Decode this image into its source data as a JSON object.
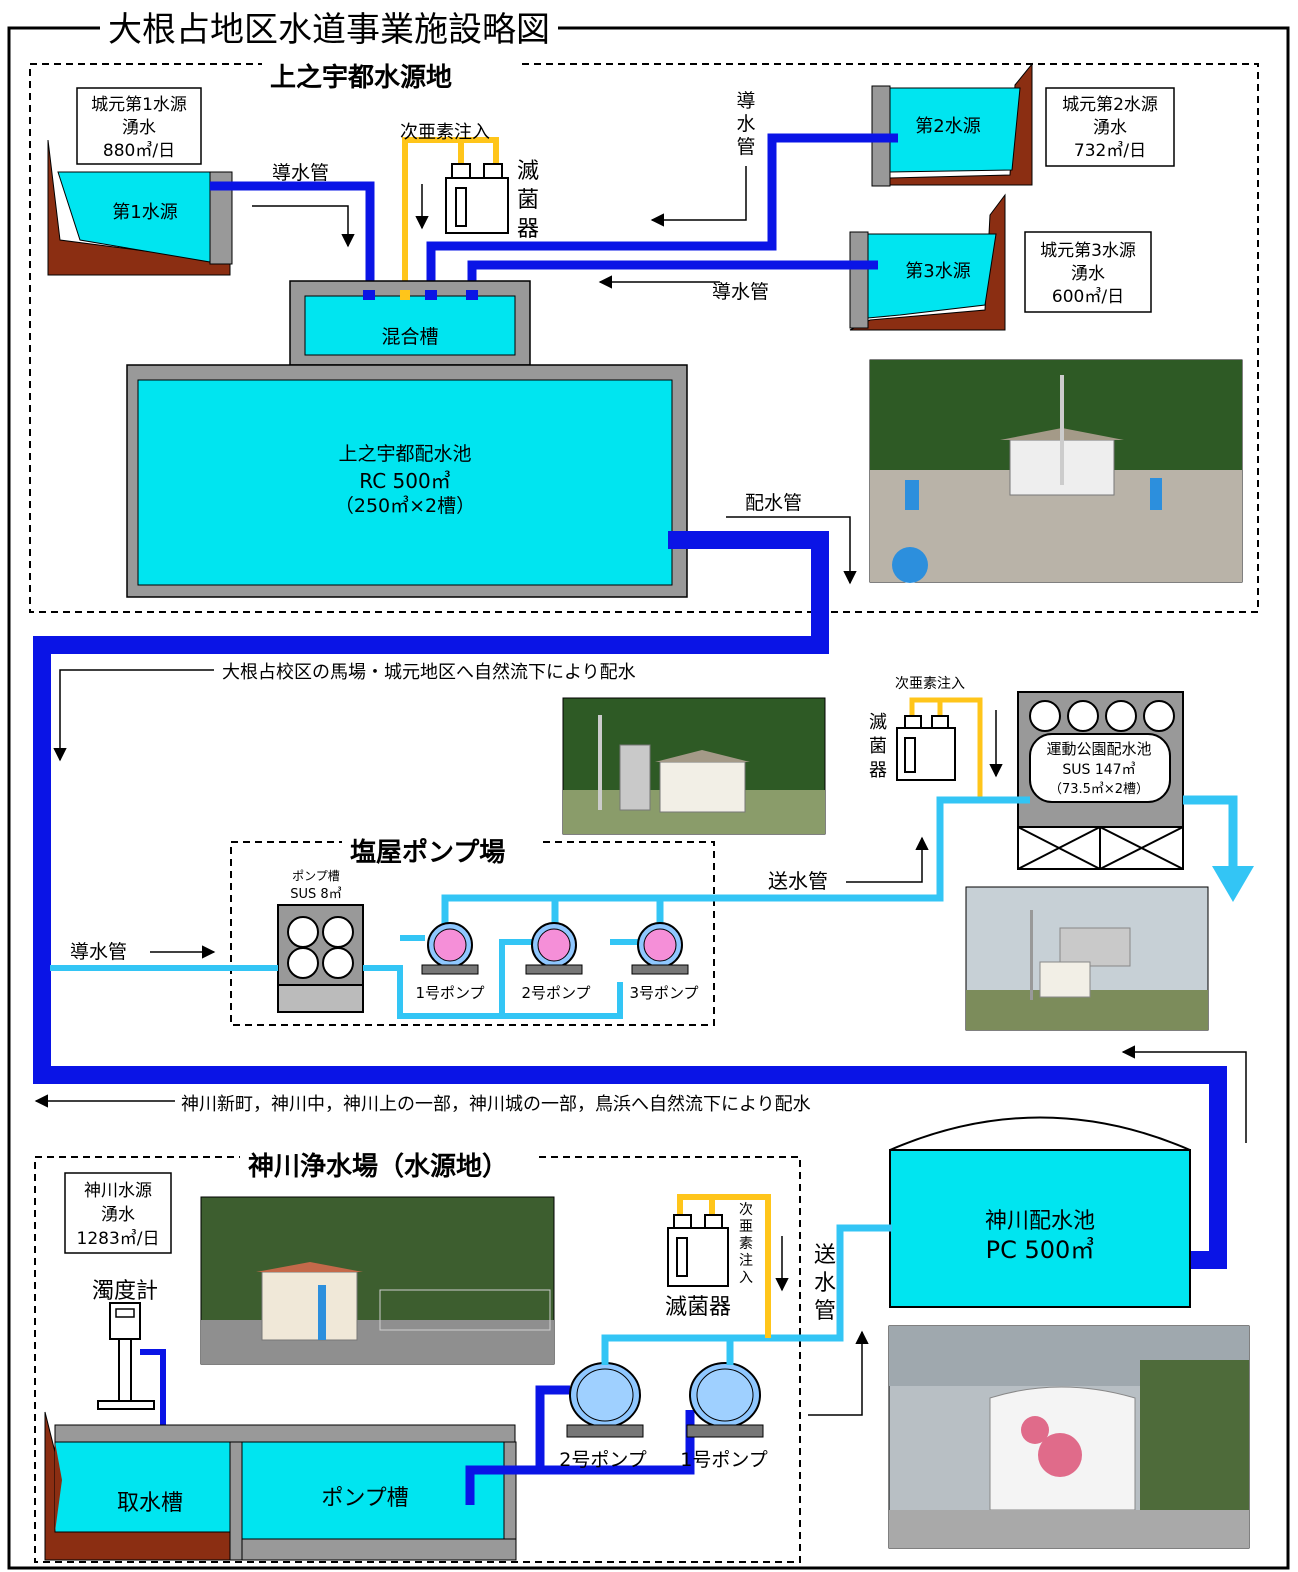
{
  "title": "大根占地区水道事業施設略図",
  "colors": {
    "water": "#00e5f0",
    "pipe_dark": "#0a14e6",
    "pipe_light": "#33c5f5",
    "chlorine": "#ffc51a",
    "ground": "#8b2e12",
    "concrete": "#bdbdbd",
    "pump_pink": "#f58fd8",
    "pump_blue": "#8fc7ff"
  },
  "uenouto": {
    "section_title": "上之宇都水源地",
    "source1": {
      "info_lines": [
        "城元第1水源",
        "湧水",
        "880㎥/日"
      ],
      "tank_label": "第1水源"
    },
    "source2": {
      "info_lines": [
        "城元第2水源",
        "湧水",
        "732㎥/日"
      ],
      "tank_label": "第2水源"
    },
    "source3": {
      "info_lines": [
        "城元第3水源",
        "湧水",
        "600㎥/日"
      ],
      "tank_label": "第3水源"
    },
    "intake_pipe_label": "導水管",
    "intake_pipe_vertical_chars": [
      "導",
      "水",
      "管"
    ],
    "intake_pipe3_label": "導水管",
    "chlorine_label": "次亜素注入",
    "sterilizer_chars": [
      "滅",
      "菌",
      "器"
    ],
    "mixing_tank": "混合槽",
    "reservoir_lines": [
      "上之宇都配水池",
      "RC 500㎥",
      "（250㎥×2槽）"
    ],
    "distribution_pipe_label": "配水管"
  },
  "flow_note_1": "大根占校区の馬場・城元地区へ自然流下により配水",
  "undokoen": {
    "chlorine_label": "次亜素注入",
    "sterilizer_chars": [
      "滅",
      "菌",
      "器"
    ],
    "reservoir_lines": [
      "運動公園配水池",
      "SUS 147㎥",
      "（73.5㎥×2槽）"
    ]
  },
  "shioya": {
    "section_title": "塩屋ポンプ場",
    "pump_tank_lines": [
      "ポンプ槽",
      "SUS 8㎥"
    ],
    "intake_pipe_label": "導水管",
    "send_pipe_label": "送水管",
    "pumps": [
      "1号ポンプ",
      "2号ポンプ",
      "3号ポンプ"
    ]
  },
  "flow_note_2": "神川新町，神川中，神川上の一部，神川城の一部，鳥浜へ自然流下により配水",
  "kamikawa": {
    "section_title": "神川浄水場（水源地）",
    "source_info_lines": [
      "神川水源",
      "湧水",
      "1283㎥/日"
    ],
    "turbidity_meter": "濁度計",
    "chlorine_chars": [
      "次",
      "亜",
      "素",
      "注",
      "入"
    ],
    "sterilizer": "滅菌器",
    "pumps": [
      "2号ポンプ",
      "1号ポンプ"
    ],
    "intake_tank": "取水槽",
    "pump_tank": "ポンプ槽",
    "send_pipe_chars": [
      "送",
      "水",
      "管"
    ],
    "reservoir_lines": [
      "神川配水池",
      "PC 500㎥"
    ]
  }
}
